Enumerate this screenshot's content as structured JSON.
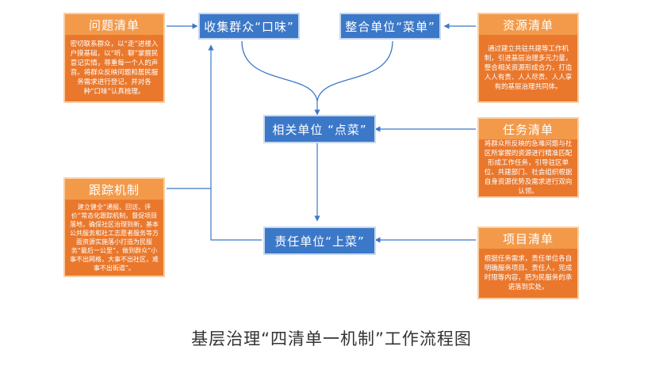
{
  "center_nodes": {
    "collect": "收集群众“口味”",
    "integrate": "整合单位“菜单”",
    "order": "相关单位 “点菜”",
    "serve": "责任单位“上菜”"
  },
  "lists": {
    "problem": {
      "title": "问题清单",
      "body": "密切联系群众，以“走”进楼入户摸基础，以“听、聊”掌握民意记实情，尊重每一个人的声音。将群众反映问题和居民服务需求进行登记，并对各种“口味”认真梳理。"
    },
    "resource": {
      "title": "资源清单",
      "body": "通过建立共驻共建等工作机制，引进基层治理多元力量，整合相关资源形成合力，打造人人有责、人人尽责、人人享有的基层治理共同体。"
    },
    "task": {
      "title": "任务清单",
      "body": "将群众所反映的急难问题与社区所掌握的资源进行精准匹配形成工作任务，引导驻区单位、共建部门、社会组织根据自身资源优势及需求进行双向认领。"
    },
    "project": {
      "title": "项目清单",
      "body": "根据任务需求，责任单位各自明确服务项目、责任人，完成时限等内容，把为民服务的承诺落到实处。"
    },
    "mechanism": {
      "title": "跟踪机制",
      "body": "建立健全“通报、回访、评价”常态化跟踪机制，督促项目落地，确保社区治理到新，基本公共服务和社工志愿者服务等方面资源实施落小打造为民服务“最后一公里”，做到群众“小事不出网格，大事不出社区，难事不出街道”。"
    }
  },
  "caption": "基层治理“四清单一机制”工作流程图",
  "colors": {
    "blue": "#3c78c8",
    "orange_head": "#f39a4a",
    "orange_body": "#e9782d",
    "line": "#3c78c8"
  }
}
